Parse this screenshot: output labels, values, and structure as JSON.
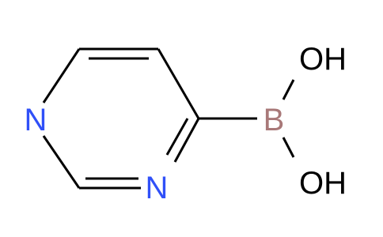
{
  "molecule": {
    "atoms": {
      "n1": {
        "label": "N",
        "color": "#3050F8"
      },
      "n3": {
        "label": "N",
        "color": "#3050F8"
      },
      "boron": {
        "label": "B",
        "color": "#A87878"
      },
      "oh_top": {
        "label": "OH",
        "color": "#000000"
      },
      "oh_bottom": {
        "label": "OH",
        "color": "#000000"
      }
    },
    "bond_color": "#000000"
  }
}
